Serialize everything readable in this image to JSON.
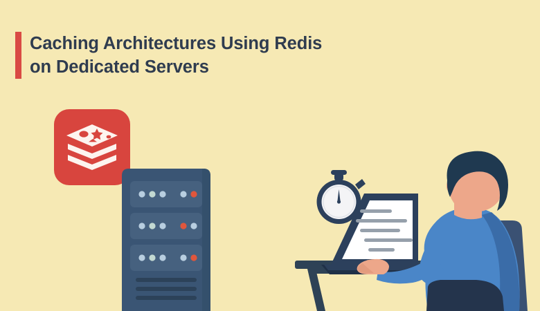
{
  "page": {
    "background_color": "#f6e9b4",
    "kind": "blog-header-banner"
  },
  "header": {
    "accent_bar_color": "#d94a44",
    "title_color": "#2f3c4f",
    "title_line1": "Caching Architectures Using Redis",
    "title_line2": "on Dedicated Servers",
    "title_full": "Caching Architectures Using Redis on Dedicated Servers"
  },
  "illustration": {
    "redis_logo": {
      "name": "redis-logo",
      "tile_color": "#d8453e",
      "mark_color": "#fdf4ef",
      "shapes": [
        "star",
        "circle",
        "triangle",
        "dot"
      ]
    },
    "server_rack": {
      "name": "server-rack",
      "body_color": "#3a5574",
      "bay_color": "#46617f",
      "vent_color": "#2c4259",
      "bays": [
        {
          "left_leds": [
            "#b8cee0",
            "#c3d9d2",
            "#b8cee0"
          ],
          "right_leds": [
            "#b8cee0",
            "#e0563c"
          ]
        },
        {
          "left_leds": [
            "#b8cee0",
            "#c3d9d2",
            "#b8cee0"
          ],
          "right_leds": [
            "#e0563c",
            "#b8cee0"
          ]
        },
        {
          "left_leds": [
            "#b8cee0",
            "#c3d9d2",
            "#b8cee0"
          ],
          "right_leds": [
            "#b8cee0",
            "#e0563c"
          ]
        }
      ],
      "vent_line_count": 3
    },
    "stopwatch": {
      "name": "stopwatch",
      "ring_color": "#2c405c",
      "face_color": "#f4f4f6",
      "needle_color": "#2c405c"
    },
    "desk": {
      "name": "desk",
      "color": "#2e4256"
    },
    "laptop": {
      "name": "laptop",
      "shell_color": "#2c405c",
      "screen_color": "#ffffff",
      "text_line_color": "#96a0ab",
      "screen_line_widths": [
        46,
        74,
        58,
        70,
        38
      ]
    },
    "person": {
      "name": "person-at-laptop",
      "hair_color": "#1f3950",
      "skin_color": "#eda78a",
      "shirt_color": "#4a86c8",
      "shirt_shadow_color": "#3a6ca8",
      "trousers_color": "#24344c"
    },
    "chair": {
      "name": "office-chair",
      "back_color": "#3a5173",
      "seat_color": "#24344c"
    }
  }
}
